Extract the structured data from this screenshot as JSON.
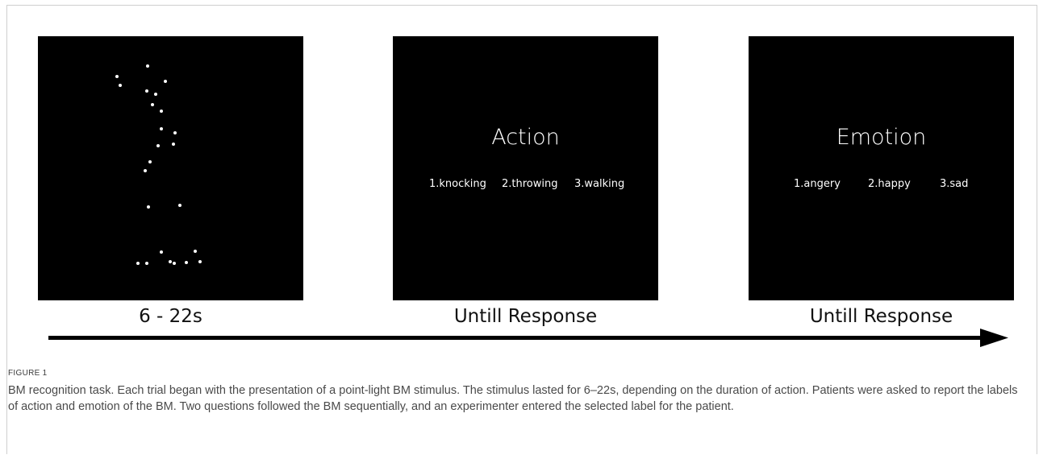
{
  "panels": [
    {
      "caption": "6 - 22s"
    },
    {
      "title": "Action",
      "options": [
        "1.knocking",
        "2.throwing",
        "3.walking"
      ],
      "caption": "Untill Response"
    },
    {
      "title": "Emotion",
      "options": [
        "1.angery",
        "2.happy",
        "3.sad"
      ],
      "caption": "Untill Response"
    }
  ],
  "figure": {
    "label": "FIGURE 1",
    "caption": "BM recognition task. Each trial began with the presentation of a point-light BM stimulus. The stimulus lasted for 6–22s, depending on the duration of action. Patients were asked to report the labels of action and emotion of the BM. Two questions followed the BM sequentially, and an experimenter entered the selected label for the patient."
  },
  "colors": {
    "panel_background": "#000000",
    "stimulus_dots": "#ffffff",
    "caption_text": "#4a4a4a",
    "arrow": "#000000"
  }
}
